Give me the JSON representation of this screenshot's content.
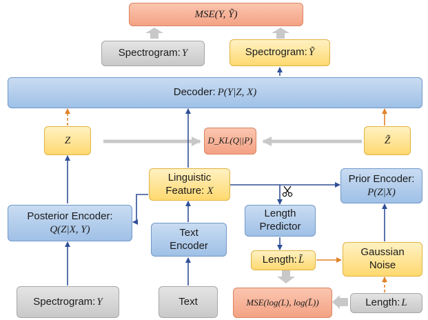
{
  "mse_top": "MSE(Y, Ỹ)",
  "spec_y_top": {
    "label": "Spectrogram: ",
    "var": "Y"
  },
  "spec_ytilde": {
    "label": "Spectrogram: ",
    "var": "Ỹ"
  },
  "decoder": {
    "label": "Decoder: ",
    "math": "P(Y|Z, X)"
  },
  "z": "Z",
  "kl": "D_KL(Q||P)",
  "ztilde": "Z̃",
  "linguistic": {
    "line1": "Linguistic",
    "line2": "Feature: ",
    "var": "X"
  },
  "prior": {
    "line1": "Prior Encoder:",
    "math": "P(Z|X)"
  },
  "posterior": {
    "line1": "Posterior Encoder:",
    "math": "Q(Z|X, Y)"
  },
  "length_predictor": "Length\nPredictor",
  "text_encoder": "Text\nEncoder",
  "length_tilde": {
    "label": "Length: ",
    "var": "L̃"
  },
  "gaussian": "Gaussian\nNoise",
  "spec_y_bottom": {
    "label": "Spectrogram: ",
    "var": "Y"
  },
  "text": "Text",
  "mse_length": "MSE(log(L), log(L̃))",
  "length_l": {
    "label": "Length: ",
    "var": "L"
  },
  "scissors_icon": "scissors-icon",
  "colors": {
    "blue": "#9fc0e6",
    "yellow": "#ffd970",
    "gray": "#c9c9c9",
    "red": "#f4a284",
    "arrow_blue": "#2f4f96",
    "arrow_orange": "#e0822b",
    "arrow_gray": "#c8c8c8"
  }
}
